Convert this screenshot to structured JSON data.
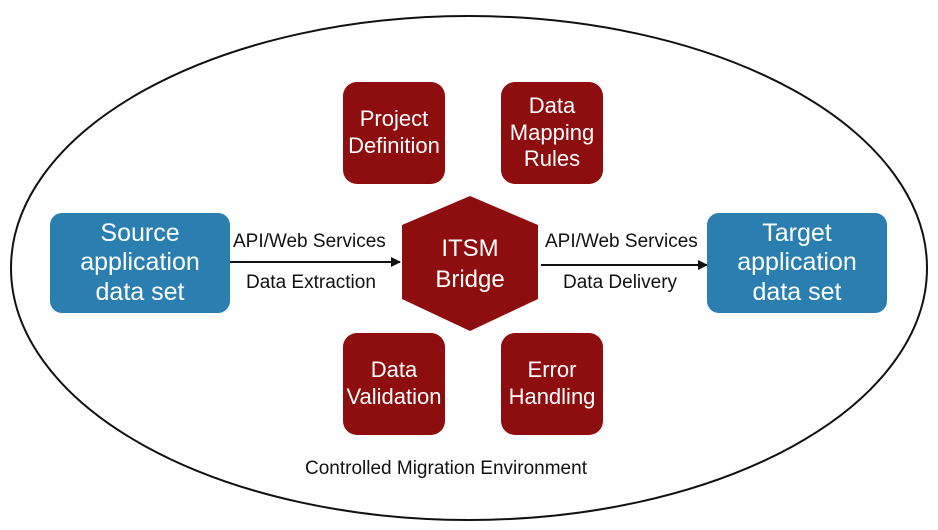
{
  "diagram": {
    "footer_label": "Controlled Migration Environment",
    "hub": {
      "label": "ITSM Bridge",
      "line1": "ITSM",
      "line2": "Bridge",
      "color": "#8e0d0f"
    },
    "source": {
      "line1": "Source",
      "line2": "application",
      "line3": "data set",
      "color": "#2a7fb0"
    },
    "target": {
      "line1": "Target",
      "line2": "application",
      "line3": "data set",
      "color": "#2a7fb0"
    },
    "left_link": {
      "top_label": "API/Web Services",
      "bottom_label": "Data Extraction"
    },
    "right_link": {
      "top_label": "API/Web Services",
      "bottom_label": "Data Delivery"
    },
    "modules": {
      "project_definition": {
        "line1": "Project",
        "line2": "Definition"
      },
      "data_mapping_rules": {
        "line1": "Data",
        "line2": "Mapping",
        "line3": "Rules"
      },
      "data_validation": {
        "line1": "Data",
        "line2": "Validation"
      },
      "error_handling": {
        "line1": "Error",
        "line2": "Handling"
      }
    }
  }
}
